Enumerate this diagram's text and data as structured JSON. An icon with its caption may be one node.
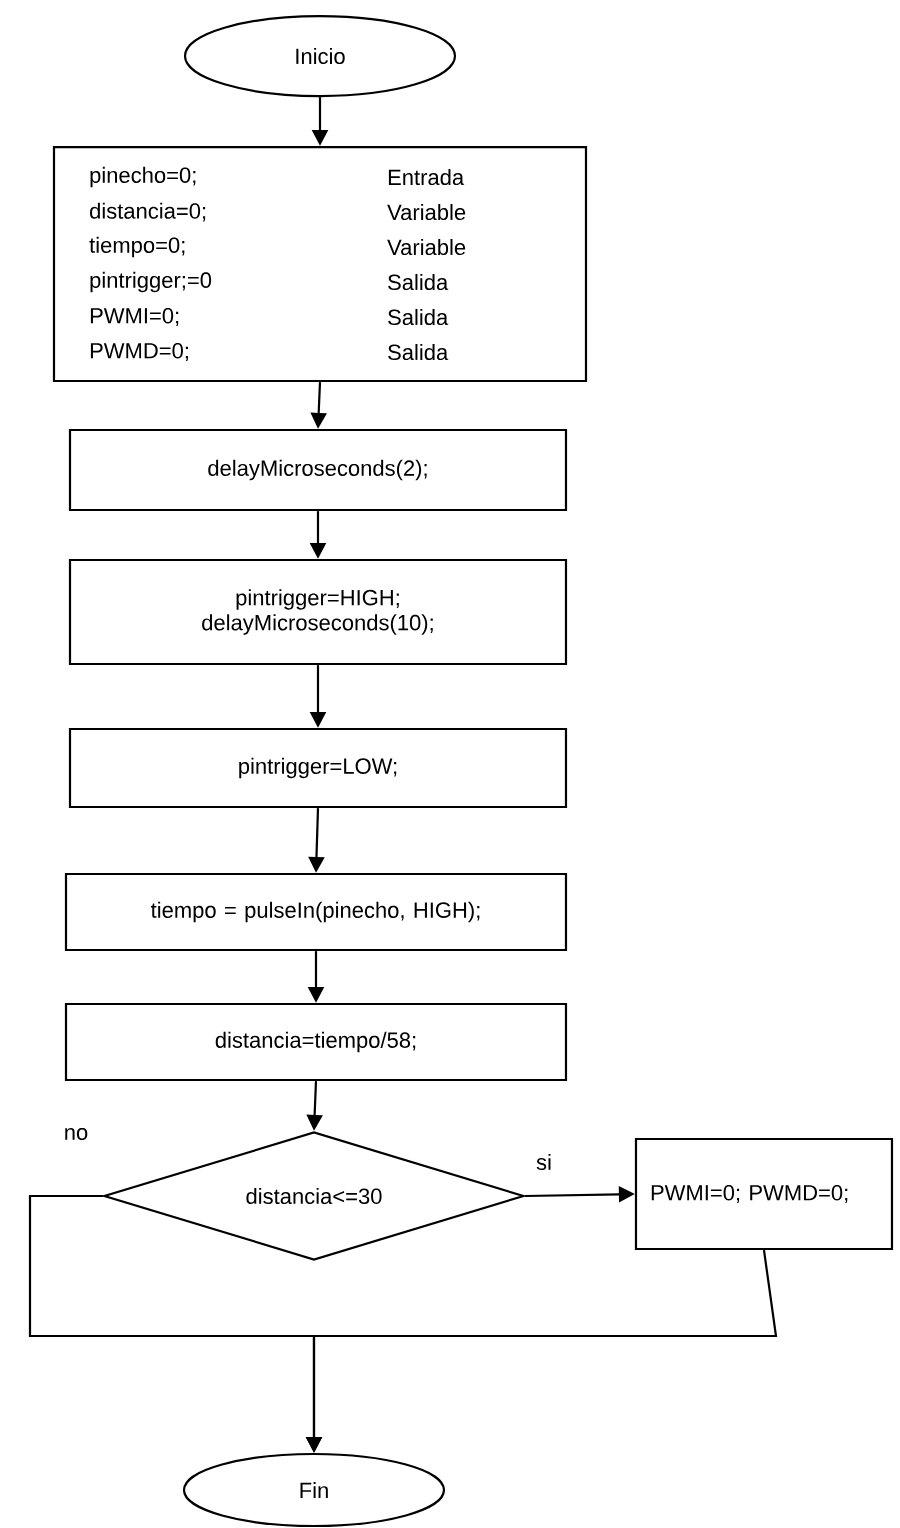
{
  "diagram": {
    "nodes": [
      {
        "text": [
          "Inicio"
        ]
      },
      {
        "text": [
          "pinecho=0;",
          "Entrada",
          "distancia=0;",
          "Variable",
          "tiempo=0;",
          "Variable",
          "pintrigger;=0",
          "Salida",
          "PWMI=0;",
          "Salida",
          "PWMD=0;",
          "Salida"
        ]
      },
      {
        "text": [
          "delayMicroseconds(2);"
        ]
      },
      {
        "text": [
          "pintrigger=HIGH; delayMicroseconds(10);"
        ]
      },
      {
        "text": [
          "pintrigger=LOW;"
        ]
      },
      {
        "text": [
          "tiempo = pulseIn(pinecho, HIGH);"
        ]
      },
      {
        "text": [
          "distancia=tiempo/58;"
        ]
      },
      {
        "text": [
          "distancia<=30"
        ]
      },
      {
        "text": [
          "PWMI=0; PWMD=0;"
        ]
      },
      {
        "text": [
          "Fin"
        ]
      }
    ],
    "edges": [
      {
        "from": 0,
        "to": 1,
        "arrow": "to"
      },
      {
        "from": 1,
        "to": 2,
        "arrow": "to"
      },
      {
        "from": 2,
        "to": 3,
        "arrow": "to"
      },
      {
        "from": 3,
        "to": 4,
        "arrow": "to"
      },
      {
        "from": 4,
        "to": 5,
        "arrow": "to"
      },
      {
        "from": 5,
        "to": 6,
        "arrow": "to"
      },
      {
        "from": 6,
        "to": 7,
        "arrow": "to"
      },
      {
        "from": 7,
        "to": 8,
        "arrow": "to",
        "label": "si"
      },
      {
        "from": 7,
        "to": 9,
        "arrow": "to",
        "label": "no"
      },
      {
        "from": 8,
        "to": 9,
        "arrow": "to"
      }
    ]
  }
}
